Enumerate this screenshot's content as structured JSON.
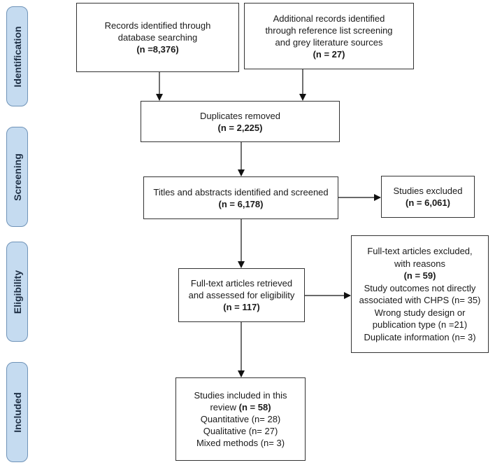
{
  "stages": {
    "identification": "Identification",
    "screening": "Screening",
    "eligibility": "Eligibility",
    "included": "Included"
  },
  "boxes": {
    "database": {
      "line1": "Records identified through",
      "line2": "database searching",
      "count": "(n =8,376)"
    },
    "additional": {
      "line1": "Additional records identified",
      "line2": "through reference list screening",
      "line3": "and grey literature sources",
      "count": "(n = 27)"
    },
    "duplicates": {
      "line1": "Duplicates removed",
      "count": "(n = 2,225)"
    },
    "screened": {
      "line1": "Titles and abstracts identified and screened",
      "count": "(n = 6,178)"
    },
    "excluded_studies": {
      "line1": "Studies excluded",
      "count": "(n = 6,061)"
    },
    "fulltext": {
      "line1": "Full-text articles retrieved",
      "line2": "and assessed for eligibility",
      "count": "(n = 117)"
    },
    "fulltext_excluded": {
      "line1": "Full-text articles excluded,",
      "line2": "with reasons",
      "count": "(n = 59)",
      "reason1a": "Study outcomes not directly",
      "reason1b": "associated with CHPS (n= 35)",
      "reason2a": "Wrong study design or",
      "reason2b": "publication type (n =21)",
      "reason3": "Duplicate information (n= 3)"
    },
    "included": {
      "line1": "Studies included in this",
      "line2_prefix": "review",
      "count": "(n = 58)",
      "quant": "Quantitative (n= 28)",
      "qual": "Qualitative (n= 27)",
      "mixed": "Mixed methods (n= 3)"
    }
  }
}
